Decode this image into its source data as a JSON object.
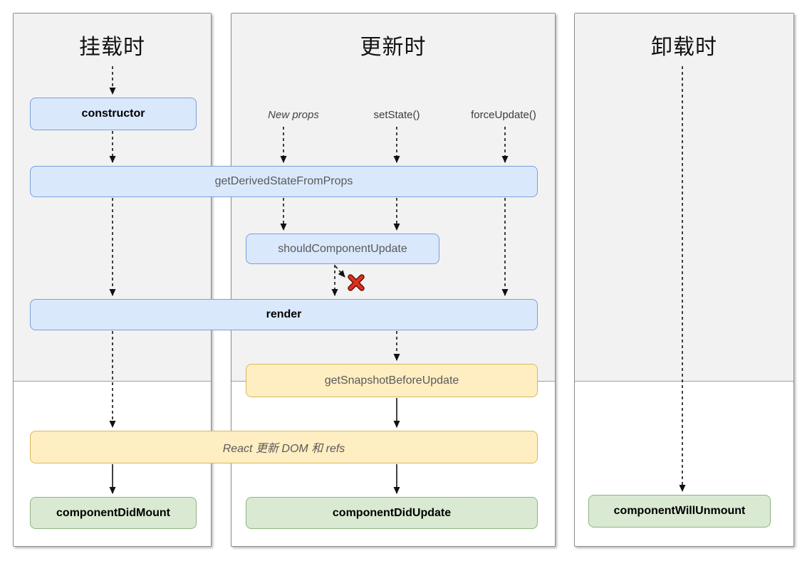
{
  "diagram": {
    "columns": [
      {
        "title": "挂载时"
      },
      {
        "title": "更新时"
      },
      {
        "title": "卸载时"
      }
    ],
    "triggers": [
      {
        "label": "New props"
      },
      {
        "label": "setState()"
      },
      {
        "label": "forceUpdate()"
      }
    ],
    "nodes": {
      "constructor": {
        "label": "constructor"
      },
      "get_derived_state_from_props": {
        "label": "getDerivedStateFromProps"
      },
      "should_component_update": {
        "label": "shouldComponentUpdate"
      },
      "render": {
        "label": "render"
      },
      "get_snapshot_before_update": {
        "label": "getSnapshotBeforeUpdate"
      },
      "react_updates_dom": {
        "label": "React 更新 DOM 和 refs"
      },
      "component_did_mount": {
        "label": "componentDidMount"
      },
      "component_did_update": {
        "label": "componentDidUpdate"
      },
      "component_will_unmount": {
        "label": "componentWillUnmount"
      }
    },
    "colors": {
      "blue_fill": "#dae8fc",
      "blue_border": "#7a9fdc",
      "yellow_fill": "#ffeec2",
      "yellow_border": "#d9b85c",
      "green_fill": "#d9e9d2",
      "green_border": "#8fb383",
      "phase_top_fill": "#f2f2f2",
      "panel_border": "#8c8c8c",
      "reject_x": "#e0301e"
    }
  }
}
